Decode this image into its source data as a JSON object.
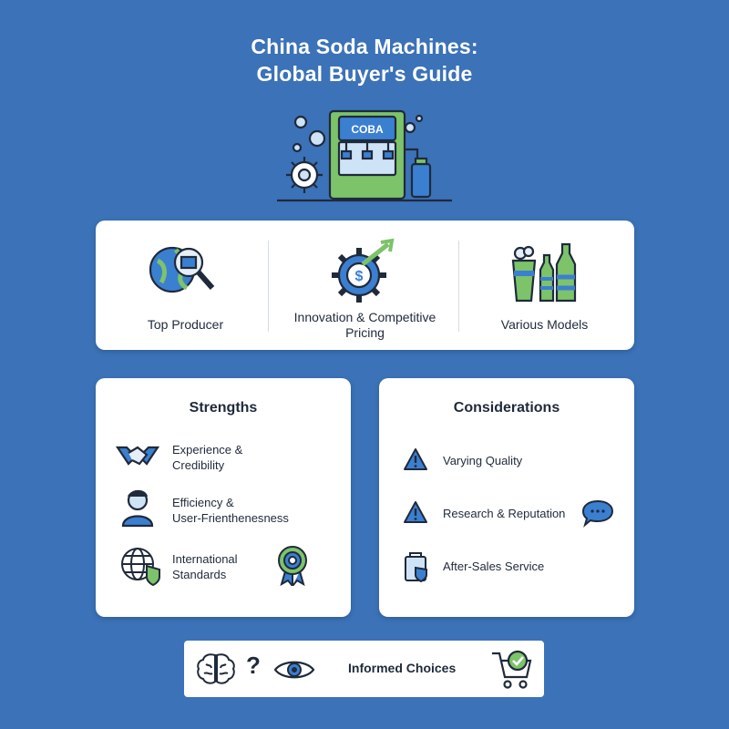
{
  "title": {
    "line1": "China Soda Machines:",
    "line2": "Global Buyer's Guide"
  },
  "hero": {
    "machine_label": "COBA"
  },
  "features": [
    {
      "label": "Top Producer",
      "icon": "globe-magnifier-icon"
    },
    {
      "label": "Innovation & Competitive Pricing",
      "icon": "gear-dollar-growth-icon"
    },
    {
      "label": "Various Models",
      "icon": "drinks-bottles-icon"
    }
  ],
  "strengths": {
    "heading": "Strengths",
    "items": [
      {
        "line1": "Experience &",
        "line2": "Credibility",
        "icon": "handshake-icon"
      },
      {
        "line1": "Efficiency &",
        "line2": "User-Frienthenes",
        "line2b": "ness",
        "icon": "person-icon"
      },
      {
        "line1": "International",
        "line2": "Standards",
        "icon": "globe-shield-icon"
      }
    ]
  },
  "considerations": {
    "heading": "Considerations",
    "items": [
      {
        "label": "Varying Quality",
        "icon": "warning-icon"
      },
      {
        "label": "Research & Reputation",
        "icon": "warning-icon"
      },
      {
        "label": "After-Sales Service",
        "icon": "service-icon"
      }
    ]
  },
  "bottom": {
    "label": "Informed Choices",
    "question": "?"
  },
  "colors": {
    "background": "#3b72b8",
    "accent_blue": "#3b7fd1",
    "accent_green": "#7cc36a",
    "dark": "#1f2a3a"
  }
}
